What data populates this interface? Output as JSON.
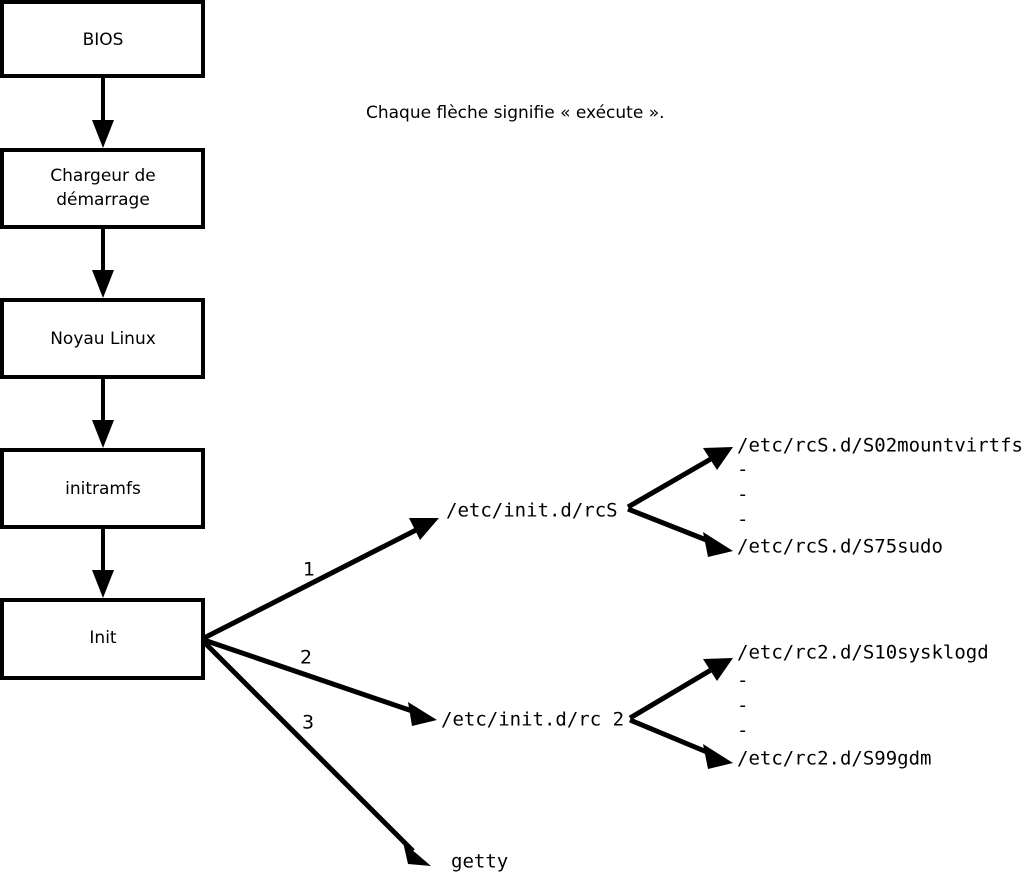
{
  "diagram": {
    "title": "Linux boot sequence flowchart",
    "caption": "Chaque flèche signifie « exécute ».",
    "colors": {
      "stroke": "#000000",
      "background": "#ffffff",
      "box_fill": "#ffffff"
    },
    "boot_chain": [
      {
        "id": "bios",
        "label": "BIOS"
      },
      {
        "id": "bootloader",
        "label": "Chargeur de",
        "label2": "démarrage"
      },
      {
        "id": "kernel",
        "label": "Noyau Linux"
      },
      {
        "id": "initramfs",
        "label": "initramfs"
      },
      {
        "id": "init",
        "label": "Init"
      }
    ],
    "init_branches": [
      {
        "number": "1",
        "target": "/etc/init.d/rcS"
      },
      {
        "number": "2",
        "target": "/etc/init.d/rc 2"
      },
      {
        "number": "3",
        "target": "getty"
      }
    ],
    "rcs_scripts": {
      "first": "/etc/rcS.d/S02mountvirtfs",
      "last": "/etc/rcS.d/S75sudo",
      "ellipsis": [
        "-",
        "-",
        "-"
      ]
    },
    "rc2_scripts": {
      "first": "/etc/rc2.d/S10sysklogd",
      "last": "/etc/rc2.d/S99gdm",
      "ellipsis": [
        "-",
        "-",
        "-"
      ]
    }
  }
}
